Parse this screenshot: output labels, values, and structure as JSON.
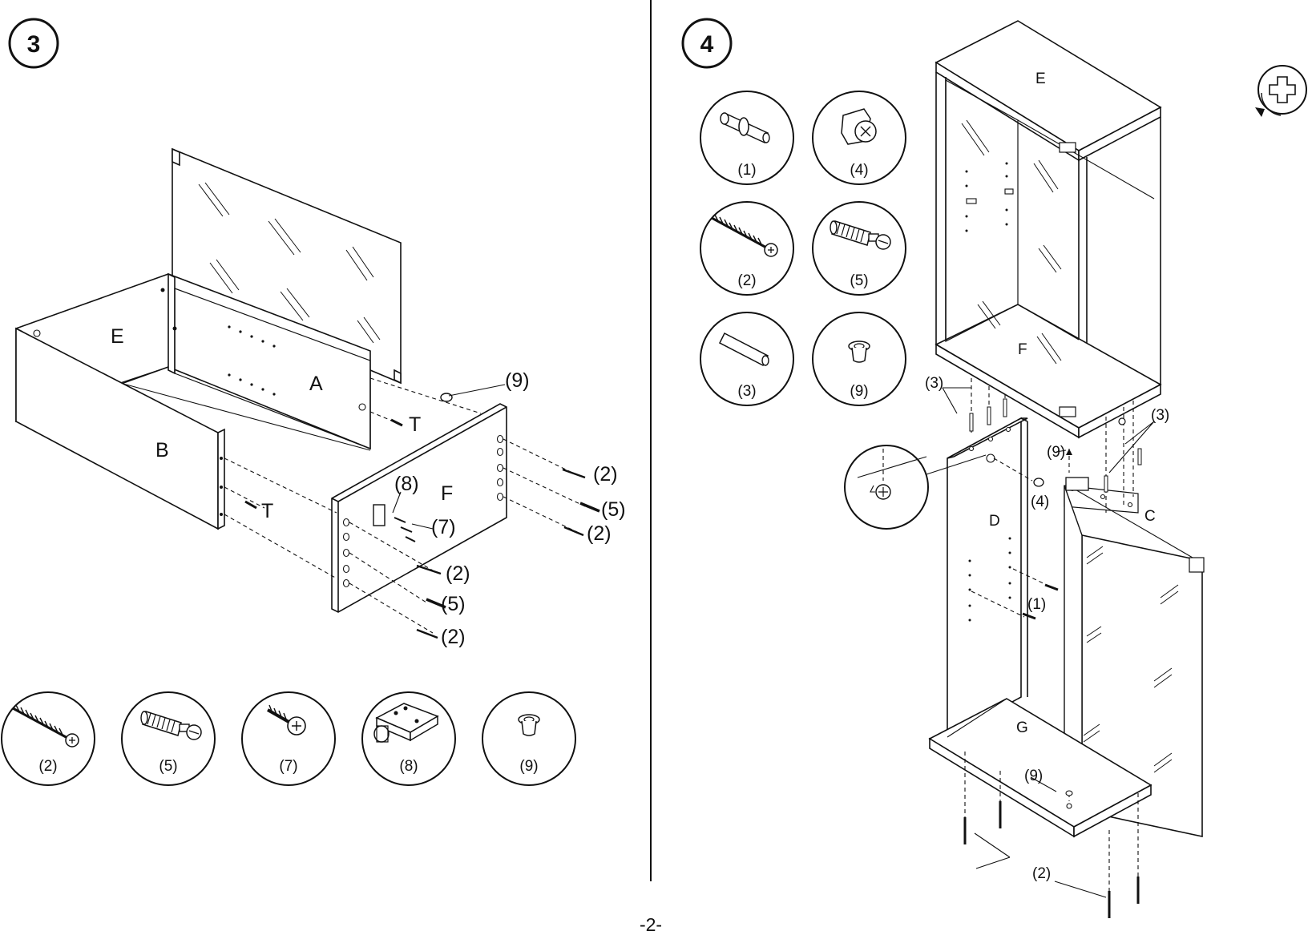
{
  "page_number": "-2-",
  "step3": {
    "step_number": "3",
    "panels": {
      "e": "E",
      "a": "A",
      "b": "B",
      "f": "F"
    },
    "callouts": {
      "t_upper": "T",
      "t_lower": "T",
      "c9": "(9)",
      "c8": "(8)",
      "c7": "(7)",
      "c2_a": "(2)",
      "c5_a": "(5)",
      "c2_b": "(2)",
      "c2_c": "(2)",
      "c5_b": "(5)",
      "c2_d": "(2)"
    },
    "parts": [
      {
        "label": "(2)",
        "icon": "screw-icon"
      },
      {
        "label": "(5)",
        "icon": "cam-bolt-icon"
      },
      {
        "label": "(7)",
        "icon": "short-screw-icon"
      },
      {
        "label": "(8)",
        "icon": "hinge-plate-icon"
      },
      {
        "label": "(9)",
        "icon": "bushing-icon"
      }
    ]
  },
  "step4": {
    "step_number": "4",
    "panels": {
      "e": "E",
      "f": "F",
      "d": "D",
      "c": "C",
      "g": "G"
    },
    "callouts": {
      "c3_left": "(3)",
      "c3_right": "(3)",
      "c9_top": "(9)",
      "c4": "(4)",
      "c1": "(1)",
      "c9_bottom": "(9)",
      "c2": "(2)"
    },
    "parts": [
      {
        "label": "(1)",
        "icon": "dowel-pin-icon"
      },
      {
        "label": "(4)",
        "icon": "cam-lock-icon"
      },
      {
        "label": "(2)",
        "icon": "screw-icon"
      },
      {
        "label": "(5)",
        "icon": "cam-bolt-icon"
      },
      {
        "label": "(3)",
        "icon": "wood-dowel-icon"
      },
      {
        "label": "(9)",
        "icon": "bushing-icon"
      }
    ],
    "tool_icon": "phillips-screwdriver-icon"
  }
}
